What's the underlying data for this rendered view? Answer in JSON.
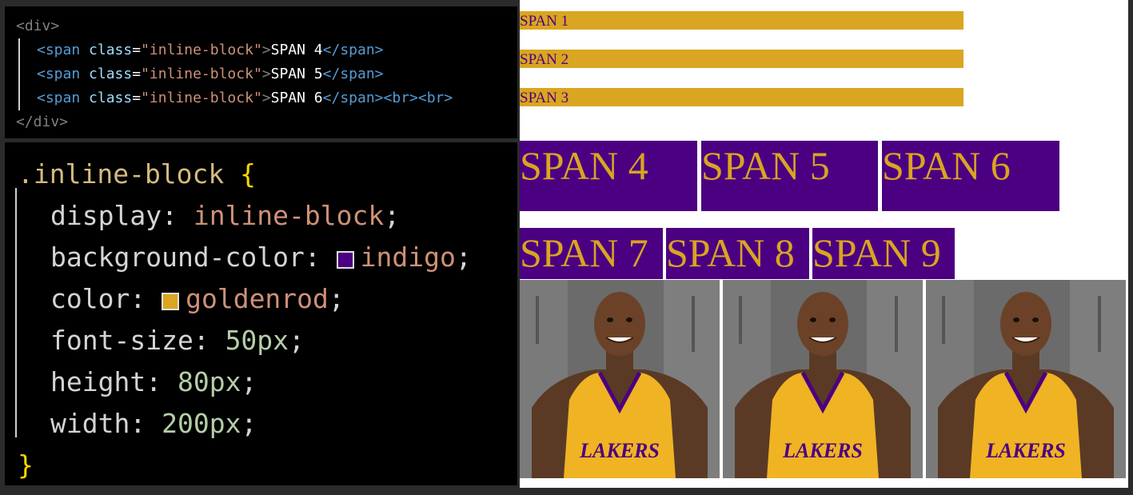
{
  "html_code": {
    "open_div": "<div>",
    "close_div": "</div>",
    "lines": [
      {
        "tag_open": "<span",
        "attr": "class",
        "value": "\"inline-block\"",
        "text": "SPAN 4",
        "tag_close": "</span>",
        "extra": ""
      },
      {
        "tag_open": "<span",
        "attr": "class",
        "value": "\"inline-block\"",
        "text": "SPAN 5",
        "tag_close": "</span>",
        "extra": ""
      },
      {
        "tag_open": "<span",
        "attr": "class",
        "value": "\"inline-block\"",
        "text": "SPAN 6",
        "tag_close": "</span>",
        "extra": "<br><br>"
      }
    ]
  },
  "css_code": {
    "selector": ".inline-block",
    "open_brace": "{",
    "close_brace": "}",
    "declarations": [
      {
        "prop": "display",
        "value": "inline-block",
        "kind": "keyword"
      },
      {
        "prop": "background-color",
        "value": "indigo",
        "kind": "keyword",
        "swatch": "#4b0082"
      },
      {
        "prop": "color",
        "value": "goldenrod",
        "kind": "keyword",
        "swatch": "#daa520"
      },
      {
        "prop": "font-size",
        "value": "50px",
        "kind": "number"
      },
      {
        "prop": "height",
        "value": "80px",
        "kind": "number"
      },
      {
        "prop": "width",
        "value": "200px",
        "kind": "number"
      }
    ]
  },
  "preview": {
    "block_spans": [
      "SPAN 1",
      "SPAN 2",
      "SPAN 3"
    ],
    "inline_block_spans": [
      "SPAN 4",
      "SPAN 5",
      "SPAN 6"
    ],
    "inline_spans": [
      "SPAN 7",
      "SPAN 8",
      "SPAN 9"
    ],
    "image_count": 3,
    "jersey_text": "LAKERS",
    "colors": {
      "indigo": "#4b0082",
      "goldenrod": "#daa520"
    }
  }
}
